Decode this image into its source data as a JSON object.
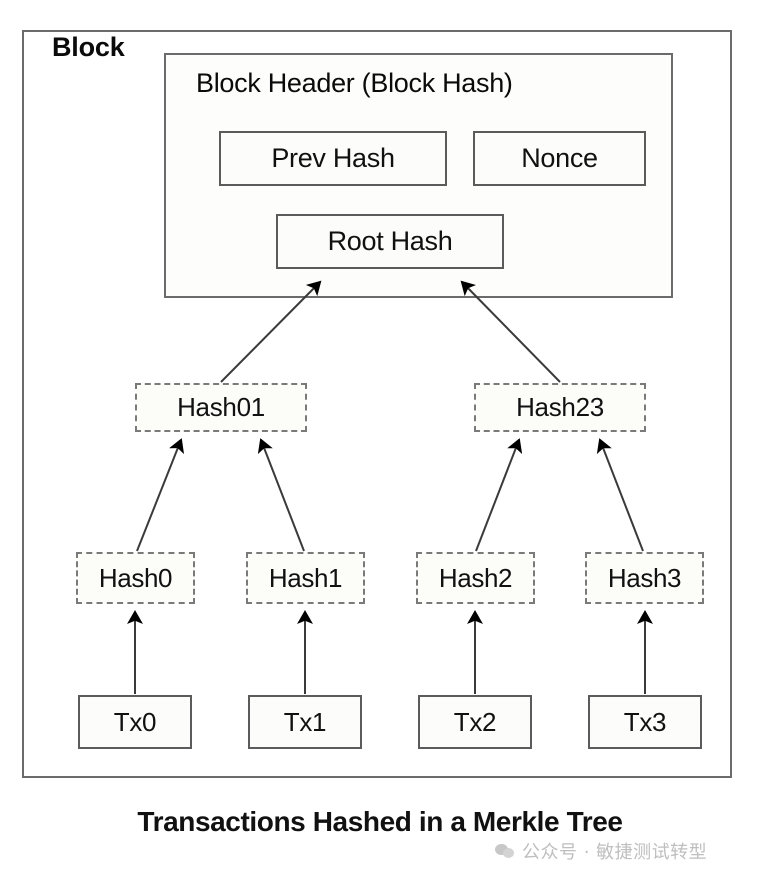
{
  "diagram": {
    "block_label": "Block",
    "header": {
      "title": "Block Header (Block Hash)",
      "prev_hash": "Prev Hash",
      "nonce": "Nonce",
      "root_hash": "Root Hash"
    },
    "inner_hashes": [
      {
        "label": "Hash01"
      },
      {
        "label": "Hash23"
      }
    ],
    "leaf_hashes": [
      {
        "label": "Hash0"
      },
      {
        "label": "Hash1"
      },
      {
        "label": "Hash2"
      },
      {
        "label": "Hash3"
      }
    ],
    "transactions": [
      {
        "label": "Tx0"
      },
      {
        "label": "Tx1"
      },
      {
        "label": "Tx2"
      },
      {
        "label": "Tx3"
      }
    ],
    "caption": "Transactions Hashed in a Merkle Tree"
  },
  "watermark": {
    "icon": "wechat-icon",
    "text": "公众号 · 敏捷测试转型"
  },
  "colors": {
    "stroke": "#5b5b5b",
    "dashed_stroke": "#7a7a7a",
    "text": "#111111",
    "background": "#ffffff",
    "arrow_fill": "#000000"
  }
}
